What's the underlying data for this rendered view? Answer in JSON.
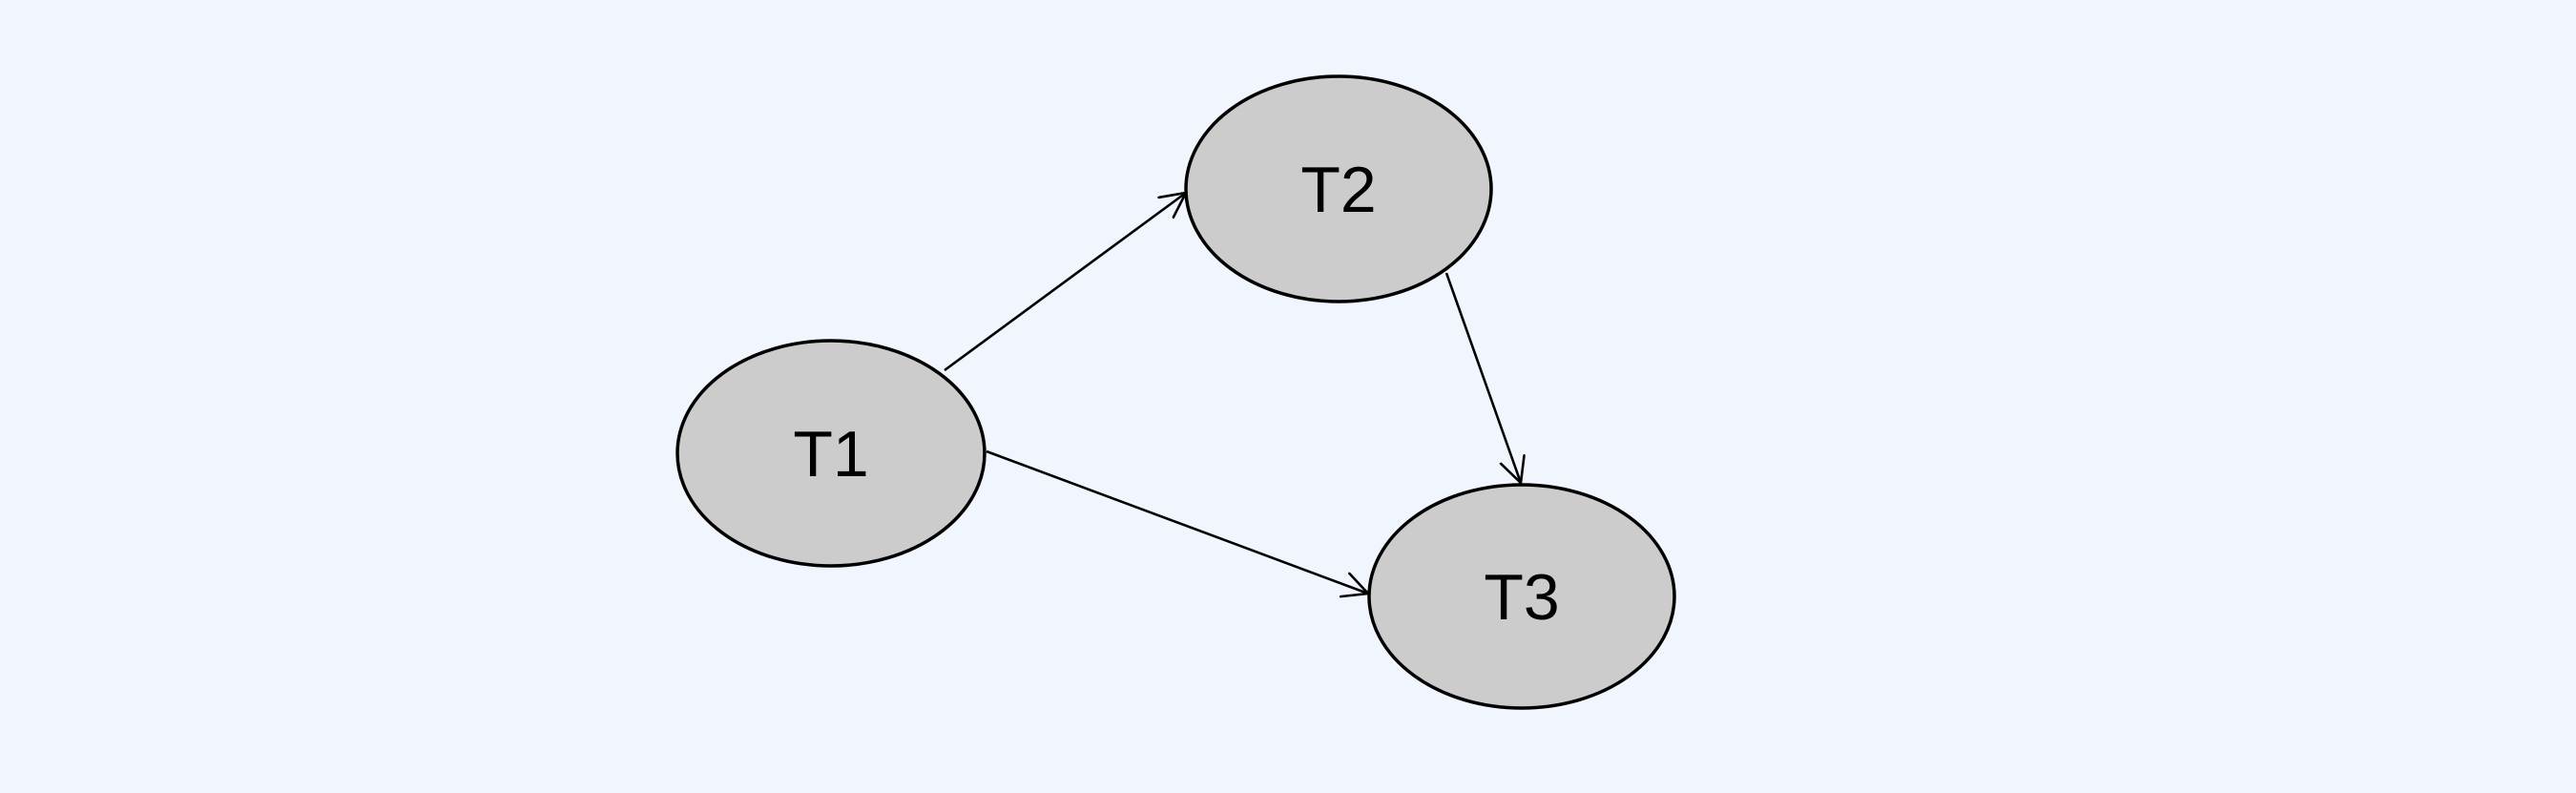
{
  "diagram": {
    "type": "directed-graph",
    "background_color": "#f1f5fd",
    "node_fill_color": "#cccccc",
    "node_stroke_color": "#000000",
    "edge_color": "#000000",
    "nodes": [
      {
        "id": "T1",
        "label": "T1"
      },
      {
        "id": "T2",
        "label": "T2"
      },
      {
        "id": "T3",
        "label": "T3"
      }
    ],
    "edges": [
      {
        "from": "T1",
        "to": "T2"
      },
      {
        "from": "T1",
        "to": "T3"
      },
      {
        "from": "T2",
        "to": "T3"
      }
    ]
  }
}
